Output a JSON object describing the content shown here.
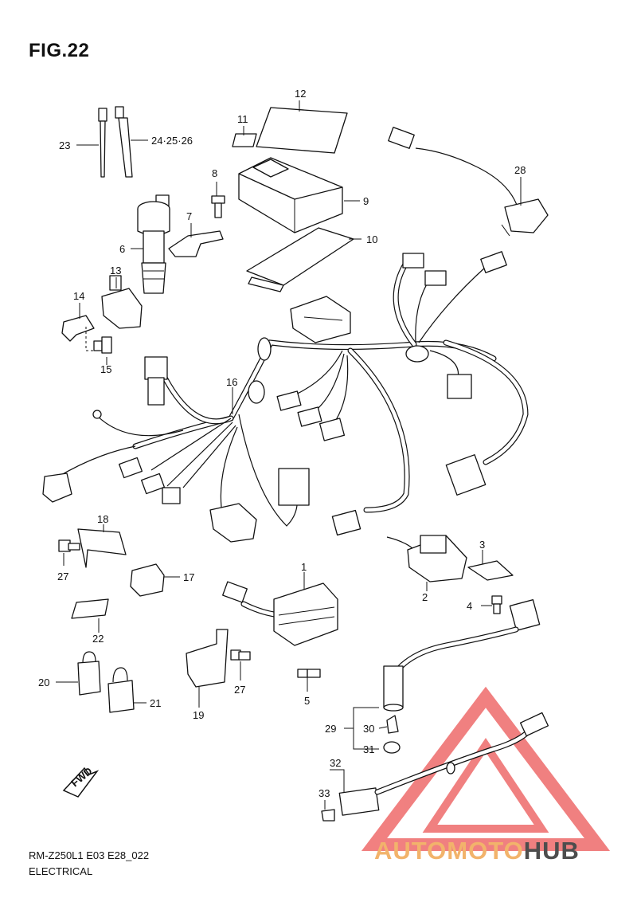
{
  "figure": {
    "title": "FIG.22",
    "model_code": "RM-Z250L1  E03  E28_022",
    "section": "ELECTRICAL"
  },
  "direction_badge": "FWD",
  "callouts": {
    "p1": "1",
    "p2": "2",
    "p3": "3",
    "p4": "4",
    "p5": "5",
    "p6": "6",
    "p7": "7",
    "p8": "8",
    "p9": "9",
    "p10": "10",
    "p11": "11",
    "p12": "12",
    "p13": "13",
    "p14": "14",
    "p15": "15",
    "p16": "16",
    "p17": "17",
    "p18": "18",
    "p19": "19",
    "p20": "20",
    "p21": "21",
    "p22": "22",
    "p23": "23",
    "p24": "24·25·26",
    "p27a": "27",
    "p27b": "27",
    "p28": "28",
    "p29": "29",
    "p30": "30",
    "p31": "31",
    "p32": "32",
    "p33": "33"
  },
  "watermark": {
    "word_part_1": "AUTOMOTO",
    "word_part_2": "HUB",
    "color_triangle": "#e84b4b",
    "color_word_1": "#f2b36b",
    "color_word_2": "#4d4d4d"
  }
}
